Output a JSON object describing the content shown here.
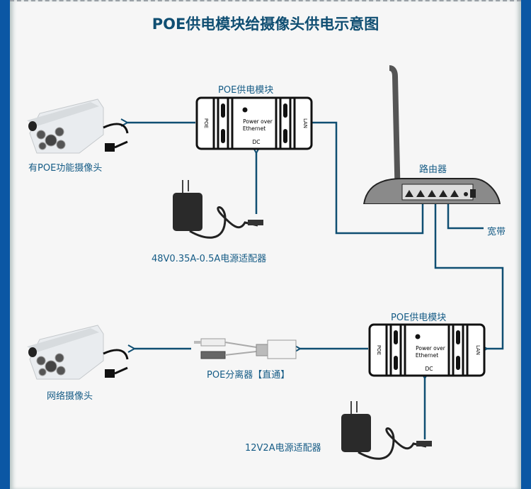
{
  "title": "POE供电模块给摄像头供电示意图",
  "colors": {
    "frame_blue": "#0b57a4",
    "wire": "#0f4e72",
    "label_text": "#165c86",
    "background": "#f6f6f6"
  },
  "devices": {
    "poe_module_top": {
      "label": "POE供电模块",
      "port_left": "POE",
      "port_right": "LAN",
      "center_line1": "Power over",
      "center_line2": "Ethernet",
      "port_bottom": "DC"
    },
    "poe_module_bottom": {
      "label": "POE供电模块",
      "port_left": "POE",
      "port_right": "LAN",
      "center_line1": "Power over",
      "center_line2": "Ethernet",
      "port_bottom": "DC"
    },
    "camera_top": {
      "label": "有POE功能摄像头"
    },
    "camera_bottom": {
      "label": "网络摄像头"
    },
    "adapter_top": {
      "label": "48V0.35A-0.5A电源适配器"
    },
    "adapter_bottom": {
      "label": "12V2A电源适配器"
    },
    "router": {
      "label": "路由器"
    },
    "broadband": {
      "label": "宽带"
    },
    "splitter": {
      "label": "POE分离器【直通】"
    }
  }
}
